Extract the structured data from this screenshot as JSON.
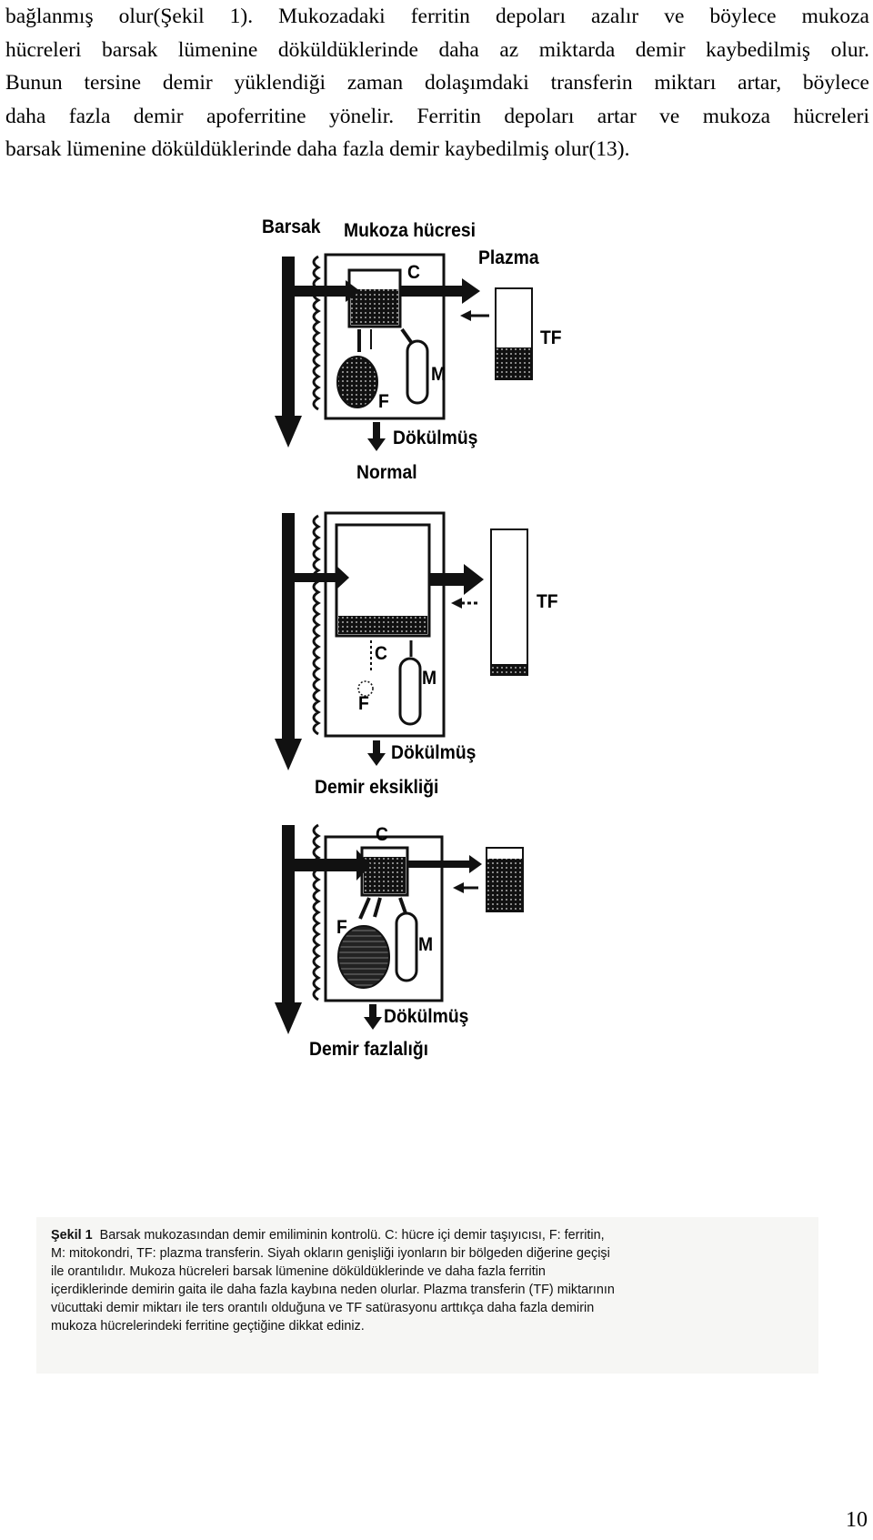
{
  "paragraph": {
    "lines": [
      "bağlanmış olur(Şekil 1). Mukozadaki ferritin depoları azalır ve böylece mukoza",
      "hücreleri barsak lümenine döküldüklerinde daha az miktarda demir kaybedilmiş olur.",
      "Bunun tersine demir yüklendiği zaman dolaşımdaki transferin miktarı artar, böylece",
      "daha fazla demir apoferritine yönelir. Ferritin depoları artar ve mukoza hücreleri",
      "barsak lümenine döküldüklerinde daha fazla demir kaybedilmiş olur(13)."
    ]
  },
  "figure": {
    "header_barsak": "Barsak",
    "header_mukoza": "Mukoza hücresi",
    "header_plazma": "Plazma",
    "panels": [
      {
        "C": "C",
        "F": "F",
        "M": "M",
        "TF": "TF",
        "dokulmus": "Dökülmüş",
        "title": "Normal"
      },
      {
        "C": "C",
        "F": "F",
        "M": "M",
        "TF": "TF",
        "dokulmus": "Dökülmüş",
        "title": "Demir eksikliği"
      },
      {
        "C": "C",
        "F": "F",
        "M": "M",
        "dokulmus": "Dökülmüş",
        "title": "Demir fazlalığı"
      }
    ]
  },
  "caption": {
    "label": "Şekil 1",
    "lines": [
      "Barsak mukozasından demir emiliminin kontrolü. C: hücre içi demir taşıyıcısı, F: ferritin,",
      "M: mitokondri, TF: plazma transferin. Siyah okların genişliği iyonların bir bölgeden diğerine geçişi",
      "ile orantılıdır. Mukoza hücreleri barsak lümenine döküldüklerinde ve daha fazla ferritin",
      "içerdiklerinde demirin gaita ile daha fazla kaybına neden olurlar. Plazma transferin (TF) miktarının",
      "vücuttaki demir miktarı ile ters orantılı olduğuna ve TF satürasyonu arttıkça daha fazla demirin",
      "mukoza hücrelerindeki ferritine geçtiğine dikkat ediniz."
    ]
  },
  "page_number": "10"
}
